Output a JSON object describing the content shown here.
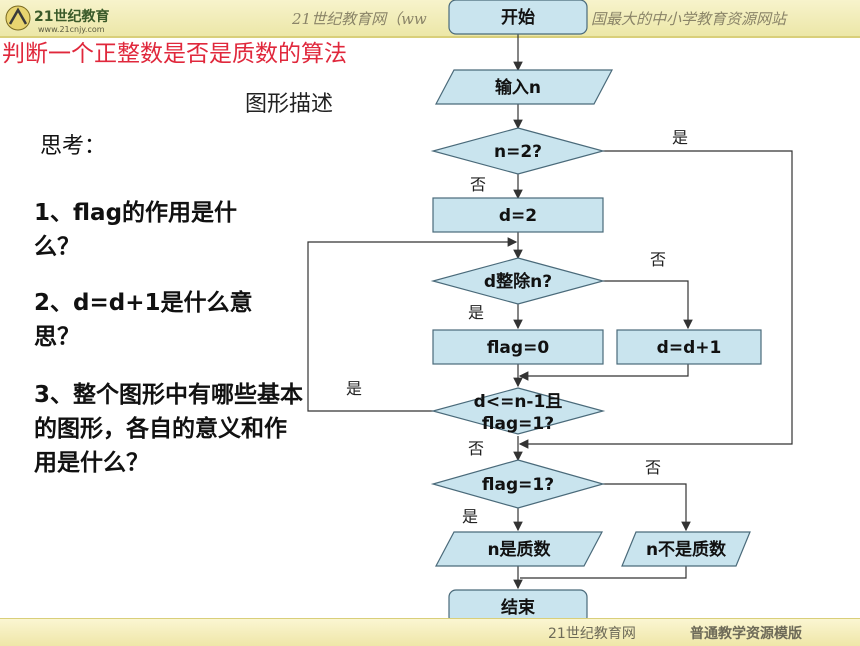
{
  "banner": {
    "logo_text": "21世纪教育",
    "logo_url": "www.21cnjy.com",
    "left_text": "21世纪教育网（ww",
    "right_text": "国最大的中小学教育资源网站"
  },
  "footer": {
    "left_text": "21世纪教育网",
    "right_text": "普通教学资源模版"
  },
  "slide": {
    "title": "判断一个正整数是否是质数的算法",
    "subtitle": "图形描述",
    "think_label": "思考：",
    "questions": [
      "1、flag的作用是什么？",
      "2、d=d+1是什么意思？",
      "3、整个图形中有哪些基本的图形，各自的意义和作用是什么？"
    ]
  },
  "flowchart": {
    "nodes": {
      "start": "开始",
      "input": "输入n",
      "cond_n2": "n=2?",
      "assign_d": "d=2",
      "cond_div": "d整除n?",
      "flag0": "flag=0",
      "inc_d": "d=d+1",
      "cond_loop_1": "d<=n-1且",
      "cond_loop_2": "flag=1?",
      "cond_flag": "flag=1?",
      "out_prime": "n是质数",
      "out_not_prime": "n不是质数",
      "end": "结束"
    },
    "edge_labels": {
      "n2_yes": "是",
      "n2_no": "否",
      "div_no": "否",
      "div_yes": "是",
      "loop_yes": "是",
      "loop_no": "否",
      "flag_no": "否",
      "flag_yes": "是"
    },
    "colors": {
      "node_fill": "#c9e4ee",
      "node_stroke": "#4a6a7a",
      "line": "#333333"
    }
  }
}
